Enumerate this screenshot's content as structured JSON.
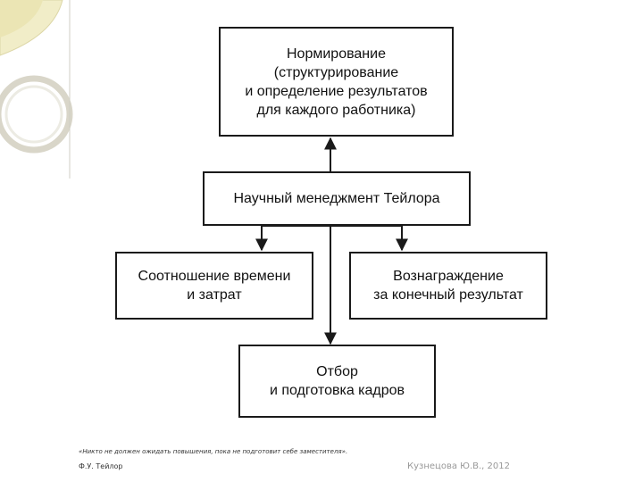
{
  "colors": {
    "line": "#1a1a1a",
    "deco_accent": "#e9e4b6",
    "deco_ring": "#d9d6c9"
  },
  "diagram": {
    "nodes": {
      "normirovanie": "Нормирование\n(структурирование\nи определение результатов\nдля каждого работника)",
      "menedzhment": "Научный менеджмент Тейлора",
      "sootnoshenie": "Соотношение времени\nи затрат",
      "voznagrazhdenie": "Вознаграждение\nза конечный результат",
      "otbor": "Отбор\nи подготовка кадров"
    }
  },
  "footer": {
    "quote": "«Никто не должен ожидать повышения, пока не подготовит себе заместителя».",
    "author": "Ф.У. Тейлор",
    "credit": "Кузнецова Ю.В., 2012"
  }
}
